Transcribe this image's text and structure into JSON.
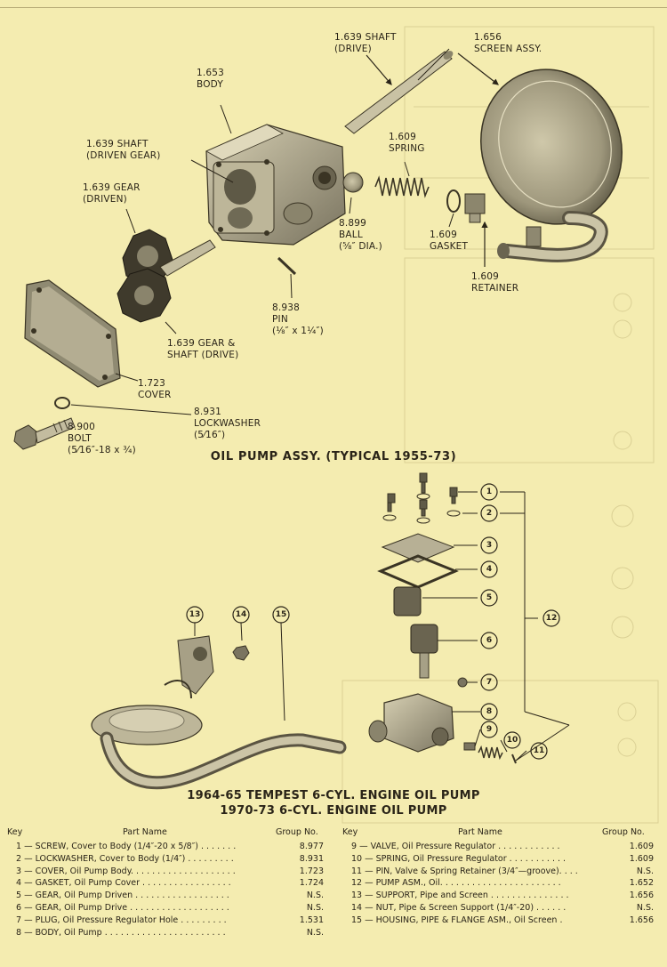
{
  "labels_top": {
    "shaft_drive": [
      "1.639 SHAFT",
      "(DRIVE)"
    ],
    "screen_assy": [
      "1.656",
      "SCREEN ASSY."
    ],
    "body": [
      "1.653",
      "BODY"
    ],
    "shaft_driven": [
      "1.639 SHAFT",
      "(DRIVEN GEAR)"
    ],
    "spring": [
      "1.609",
      "SPRING"
    ],
    "gear_driven": [
      "1.639 GEAR",
      "(DRIVEN)"
    ],
    "ball": [
      "8.899",
      "BALL",
      "(⅝″ DIA.)"
    ],
    "gasket": [
      "1.609",
      "GASKET"
    ],
    "retainer": [
      "1.609",
      "RETAINER"
    ],
    "pin": [
      "8.938",
      "PIN",
      "(⅛″ x 1¼″)"
    ],
    "gear_shaft": [
      "1.639 GEAR &",
      "SHAFT (DRIVE)"
    ],
    "cover": [
      "1.723",
      "COVER"
    ],
    "lockwasher": [
      "8.931",
      "LOCKWASHER",
      "(5⁄16″)"
    ],
    "bolt": [
      "8.900",
      "BOLT",
      "(5⁄16″-18 x ¾)"
    ]
  },
  "title_top": "OIL PUMP ASSY. (TYPICAL 1955-73)",
  "title_bottom_1": "1964-65 TEMPEST 6-CYL. ENGINE OIL PUMP",
  "title_bottom_2": "1970-73 6-CYL. ENGINE OIL PUMP",
  "callouts": [
    "1",
    "2",
    "3",
    "4",
    "5",
    "6",
    "7",
    "8",
    "9",
    "10",
    "11",
    "12",
    "13",
    "14",
    "15"
  ],
  "parts_left": {
    "headers": {
      "key": "Key",
      "name": "Part Name",
      "group": "Group No."
    },
    "rows": [
      {
        "desc": "1 — SCREW, Cover to Body (1/4″-20 x 5/8″) . . . . . . .",
        "group": "8.977"
      },
      {
        "desc": "2 — LOCKWASHER, Cover to Body (1/4″) . . . . . . . . .",
        "group": "8.931"
      },
      {
        "desc": "3 — COVER, Oil Pump Body. . . . . . . . . . . . . . . . . . . .",
        "group": "1.723"
      },
      {
        "desc": "4 — GASKET, Oil Pump Cover . . . . . . . . . . . . . . . . .",
        "group": "1.724"
      },
      {
        "desc": "5 — GEAR, Oil Pump Driven . . . . . . . . . . . . . . . . . .",
        "group": "N.S."
      },
      {
        "desc": "6 — GEAR, Oil Pump Drive . . . . . . . . . . . . . . . . . . .",
        "group": "N.S."
      },
      {
        "desc": "7 — PLUG, Oil Pressure Regulator Hole . . . . . . . . .",
        "group": "1.531"
      },
      {
        "desc": "8 — BODY, Oil Pump . . . . . . . . . . . . . . . . . . . . . . .",
        "group": "N.S."
      }
    ]
  },
  "parts_right": {
    "headers": {
      "key": "Key",
      "name": "Part Name",
      "group": "Group No."
    },
    "rows": [
      {
        "desc": "9 — VALVE, Oil Pressure Regulator . . . . . . . . . . . .",
        "group": "1.609"
      },
      {
        "desc": "10 — SPRING, Oil Pressure Regulator . . . . . . . . . . .",
        "group": "1.609"
      },
      {
        "desc": "11 — PIN, Valve & Spring Retainer (3/4″—groove). . . .",
        "group": "N.S."
      },
      {
        "desc": "12 — PUMP ASM., Oil. . . . . . . . . . . . . . . . . . . . . . .",
        "group": "1.652"
      },
      {
        "desc": "13 — SUPPORT, Pipe and Screen . . . . . . . . . . . . . . .",
        "group": "1.656"
      },
      {
        "desc": "14 — NUT, Pipe & Screen Support (1/4″-20) . . . . . .",
        "group": "N.S."
      },
      {
        "desc": "15 — HOUSING, PIPE & FLANGE ASM., Oil Screen .",
        "group": "1.656"
      }
    ]
  }
}
